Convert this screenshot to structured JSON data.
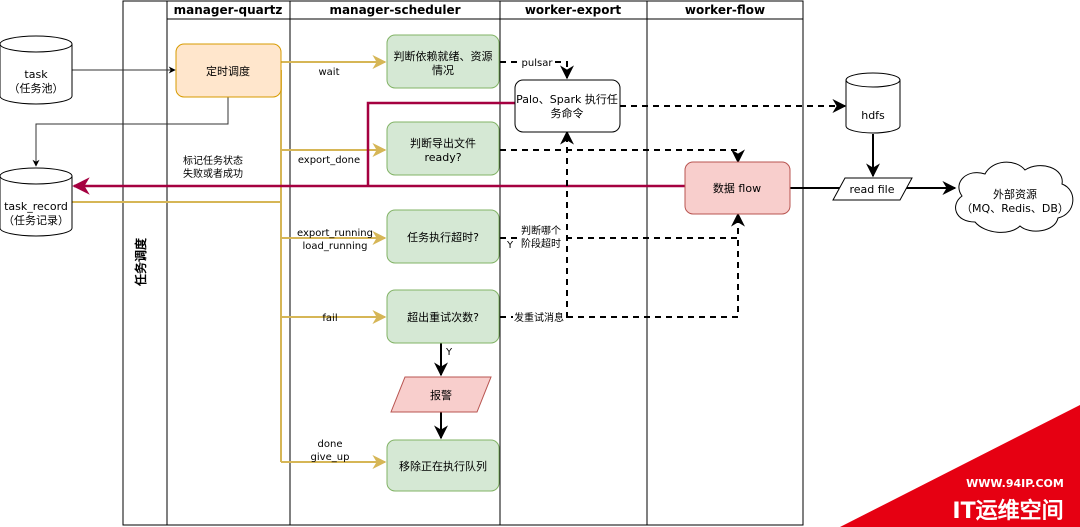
{
  "lanes": {
    "side_label": "任务调度",
    "manager_quartz": "manager-quartz",
    "manager_scheduler": "manager-scheduler",
    "worker_export": "worker-export",
    "worker_flow": "worker-flow"
  },
  "nodes": {
    "task": [
      "task",
      "（任务池）"
    ],
    "task_record": [
      "task_record",
      "（任务记录）"
    ],
    "timer": "定时调度",
    "check_deps": [
      "判断依赖就绪、资源",
      "情况"
    ],
    "check_export": [
      "判断导出文件",
      "ready?"
    ],
    "check_timeout": "任务执行超时?",
    "check_retry": "超出重试次数?",
    "alarm": "报警",
    "remove": "移除正在执行队列",
    "exec": [
      "Palo、Spark 执行任",
      "务命令"
    ],
    "flow": "数据 flow",
    "hdfs": "hdfs",
    "read_file": "read file",
    "external": [
      "外部资源",
      "（MQ、Redis、DB）"
    ]
  },
  "edge_labels": {
    "wait": "wait",
    "export_done": "export_done",
    "export_running": "export_running",
    "load_running": "load_running",
    "fail": "fail",
    "done": "done",
    "give_up": "give_up",
    "pulsar": "pulsar",
    "mark_status": [
      "标记任务状态",
      "失败或者成功"
    ],
    "which_stage": [
      "判断哪个",
      "阶段超时"
    ],
    "retry_msg": "发重试消息",
    "yes_timeout": "Y",
    "yes_retry": "Y"
  },
  "watermark": {
    "url": "WWW.94IP.COM",
    "brand": "IT运维空间"
  },
  "colors": {
    "orange_fill": "#ffe6cc",
    "orange_stroke": "#d79b00",
    "green_fill": "#d5e8d4",
    "green_stroke": "#82b366",
    "red_fill": "#f8cecc",
    "red_stroke": "#b85450",
    "gold_line": "#d6b656",
    "crimson_line": "#a50040",
    "watermark_red": "#e60012"
  }
}
